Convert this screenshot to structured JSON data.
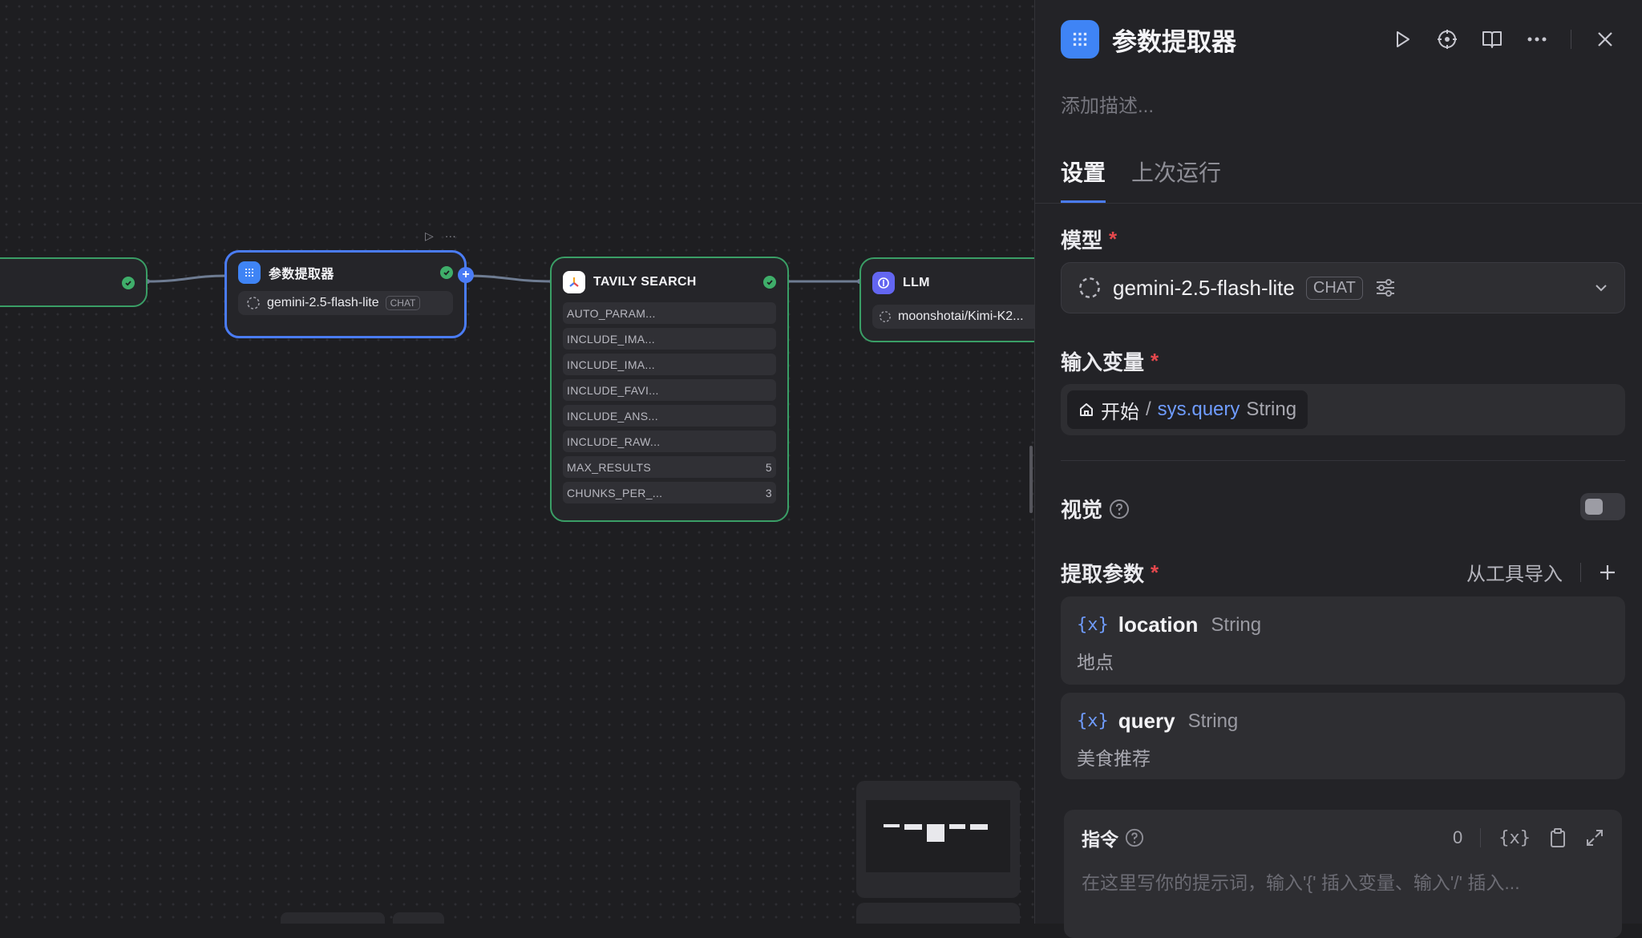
{
  "canvas": {
    "nodes": {
      "extractor": {
        "title": "参数提取器",
        "model": "gemini-2.5-flash-lite",
        "model_tag": "CHAT"
      },
      "tavily": {
        "title": "TAVILY SEARCH",
        "params": [
          {
            "name": "AUTO_PARAM...",
            "value": ""
          },
          {
            "name": "INCLUDE_IMA...",
            "value": ""
          },
          {
            "name": "INCLUDE_IMA...",
            "value": ""
          },
          {
            "name": "INCLUDE_FAVI...",
            "value": ""
          },
          {
            "name": "INCLUDE_ANS...",
            "value": ""
          },
          {
            "name": "INCLUDE_RAW...",
            "value": ""
          },
          {
            "name": "MAX_RESULTS",
            "value": "5"
          },
          {
            "name": "CHUNKS_PER_...",
            "value": "3"
          }
        ]
      },
      "llm": {
        "title": "LLM",
        "model": "moonshotai/Kimi-K2..."
      }
    }
  },
  "panel": {
    "title": "参数提取器",
    "description_placeholder": "添加描述...",
    "tabs": [
      {
        "label": "设置",
        "active": true
      },
      {
        "label": "上次运行",
        "active": false
      }
    ],
    "model_section": {
      "label": "模型",
      "required": "*",
      "model": "gemini-2.5-flash-lite",
      "tag": "CHAT"
    },
    "input_section": {
      "label": "输入变量",
      "required": "*",
      "source": "开始",
      "separator": "/",
      "var": "sys.query",
      "type": "String"
    },
    "vision": {
      "label": "视觉",
      "enabled": false
    },
    "extract": {
      "label": "提取参数",
      "required": "*",
      "import_label": "从工具导入",
      "params": [
        {
          "icon": "{x}",
          "name": "location",
          "type": "String",
          "desc": "地点"
        },
        {
          "icon": "{x}",
          "name": "query",
          "type": "String",
          "desc": "美食推荐"
        }
      ]
    },
    "instruction": {
      "label": "指令",
      "count": "0",
      "var_icon": "{x}",
      "placeholder": "在这里写你的提示词，输入'{' 插入变量、输入'/' 插入..."
    }
  },
  "colors": {
    "accent": "#4a7cf6",
    "success": "#3fae6a",
    "required": "#e5484d",
    "var": "#6f9cff"
  }
}
